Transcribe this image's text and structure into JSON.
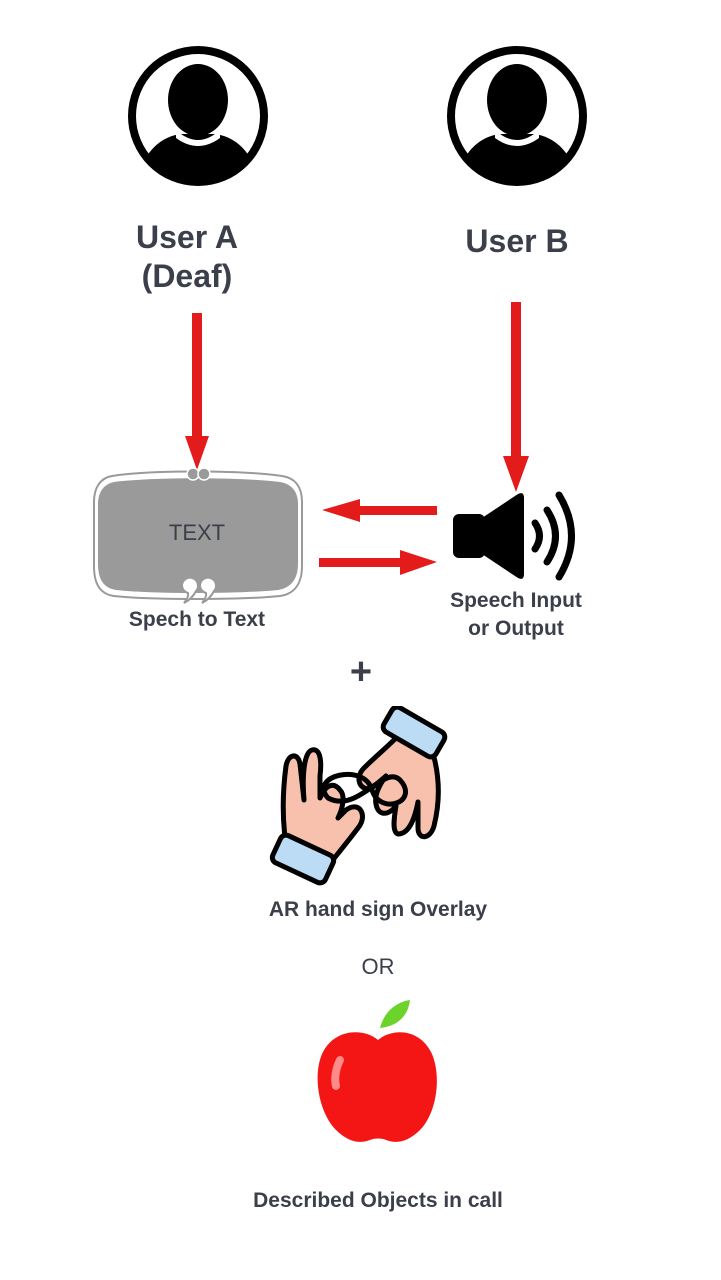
{
  "diagram": {
    "user_a": {
      "name": "User A",
      "note": "(Deaf)",
      "icon": "user-avatar-icon"
    },
    "user_b": {
      "name": "User B",
      "icon": "user-avatar-icon"
    },
    "text_box": {
      "text": "TEXT",
      "caption": "Spech to Text",
      "icon": "speech-bubble-icon"
    },
    "speaker": {
      "caption_line1": "Speech Input",
      "caption_line2": "or Output",
      "icon": "speaker-sound-icon"
    },
    "plus": "+",
    "hand_sign": {
      "caption": "AR hand sign Overlay",
      "icon": "sign-language-hands-icon"
    },
    "or": "OR",
    "object": {
      "caption": "Described Objects in call",
      "icon": "apple-icon"
    },
    "colors": {
      "arrow": "#e41b1b",
      "text_box": "#9a9a9a",
      "label": "#3b3f4a",
      "apple": "#f41515",
      "leaf": "#6cd32b"
    }
  }
}
